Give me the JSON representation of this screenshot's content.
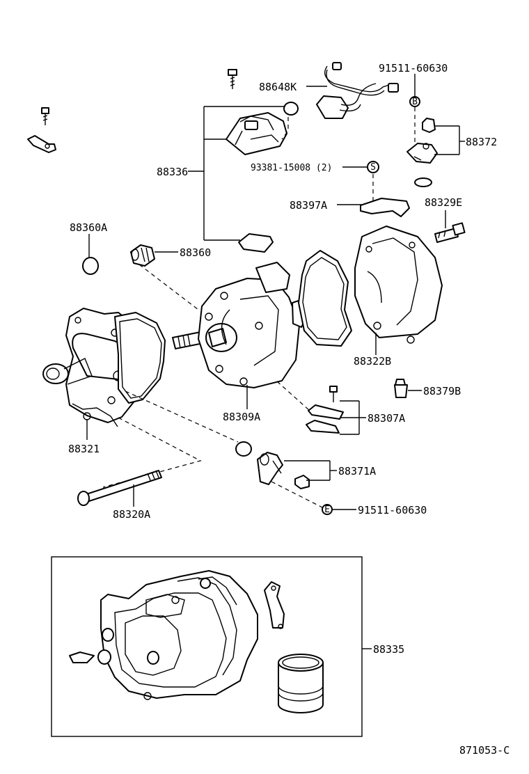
{
  "labels": {
    "p91511_top": "91511-60630",
    "p88648K": "88648K",
    "p88372": "88372",
    "p88336": "88336",
    "p93381": "93381-15008 (2)",
    "p88397A": "88397A",
    "p88329E": "88329E",
    "p88360A": "88360A",
    "p88360": "88360",
    "p88322B": "88322B",
    "p88379B": "88379B",
    "p88309A": "88309A",
    "p88307A": "88307A",
    "p88321": "88321",
    "p88371A": "88371A",
    "p88320A": "88320A",
    "p91511_bot": "91511-60630",
    "p88335": "88335",
    "diagram_code": "871053-C"
  },
  "symbols": {
    "B": "B",
    "S": "S",
    "E": "E"
  }
}
